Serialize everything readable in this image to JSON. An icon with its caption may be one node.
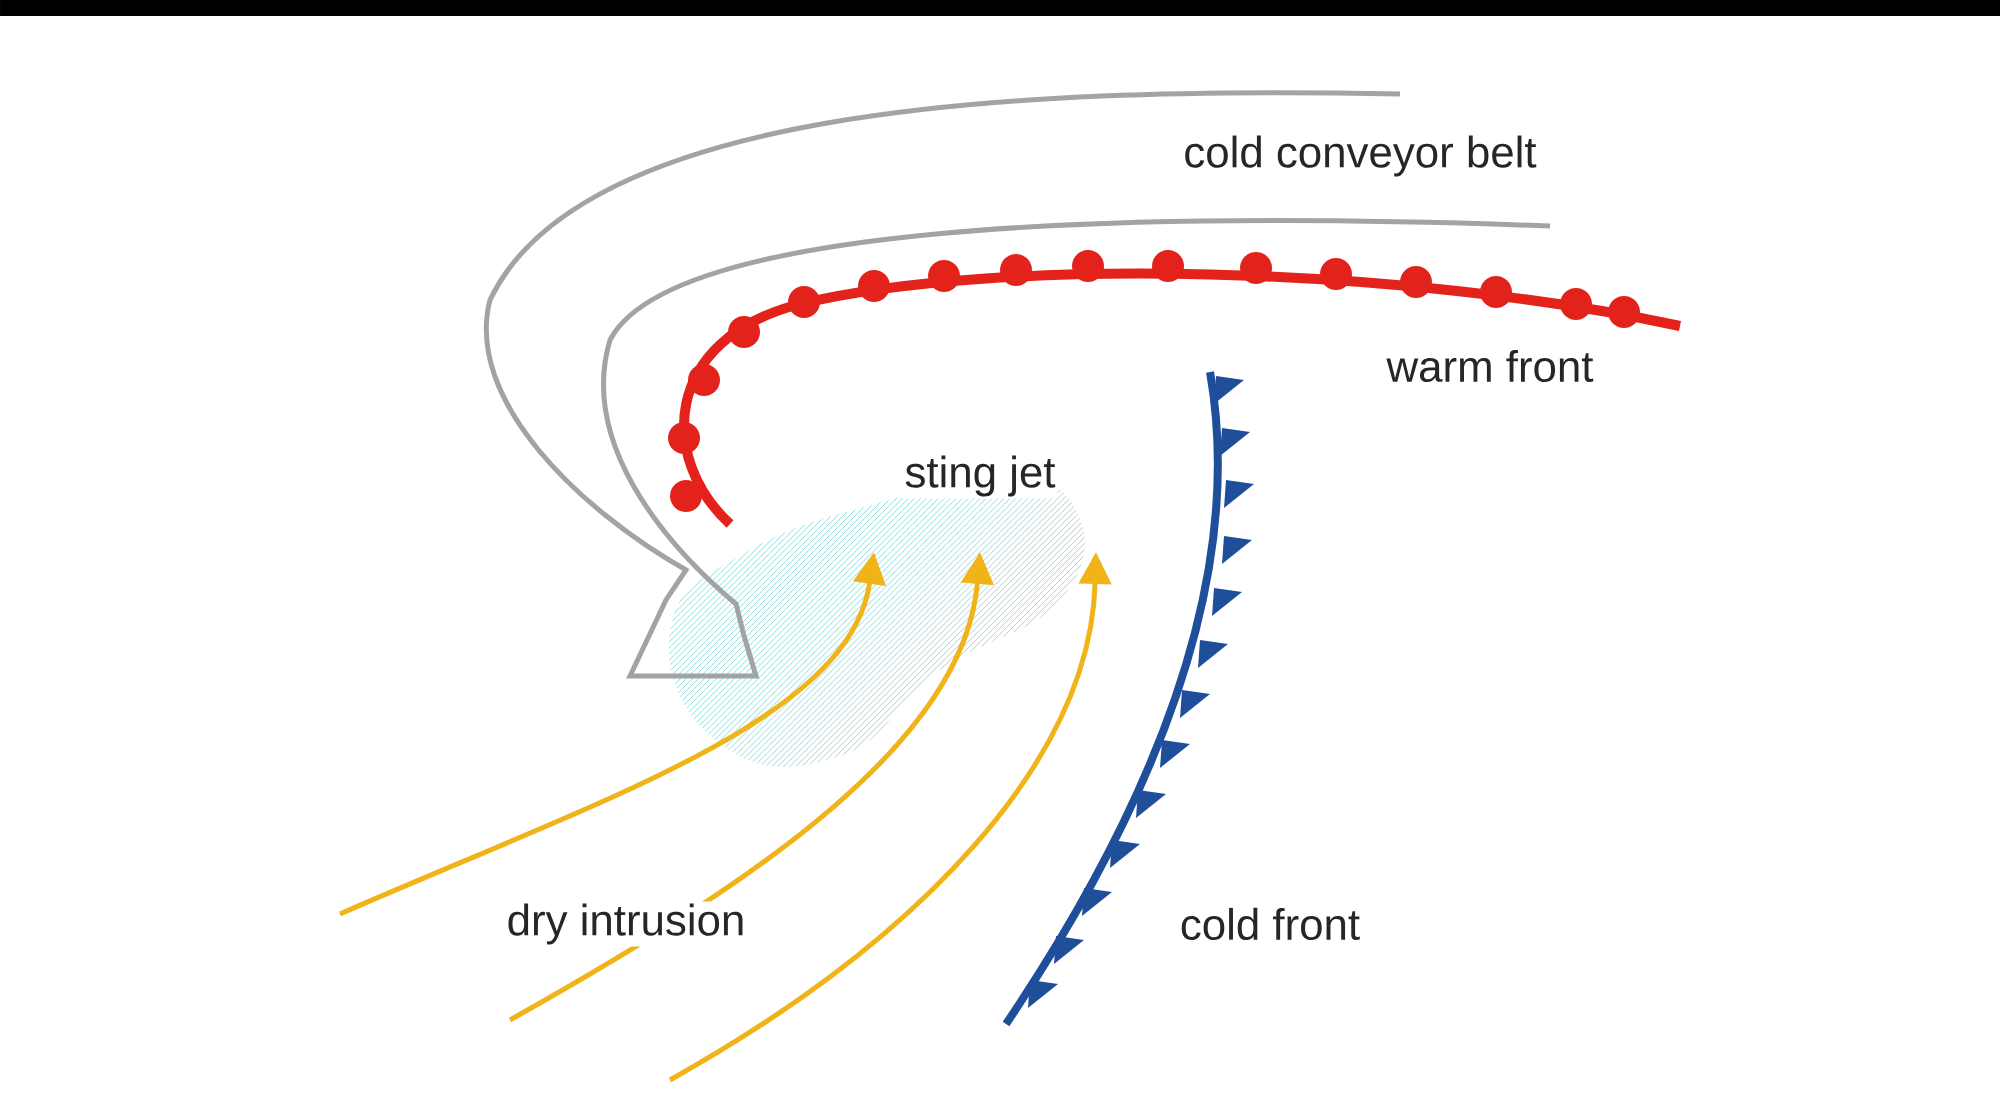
{
  "diagram": {
    "labels": [
      "cold conveyor belt",
      "warm front",
      "sting jet",
      "dry intrusion",
      "cold front"
    ]
  }
}
